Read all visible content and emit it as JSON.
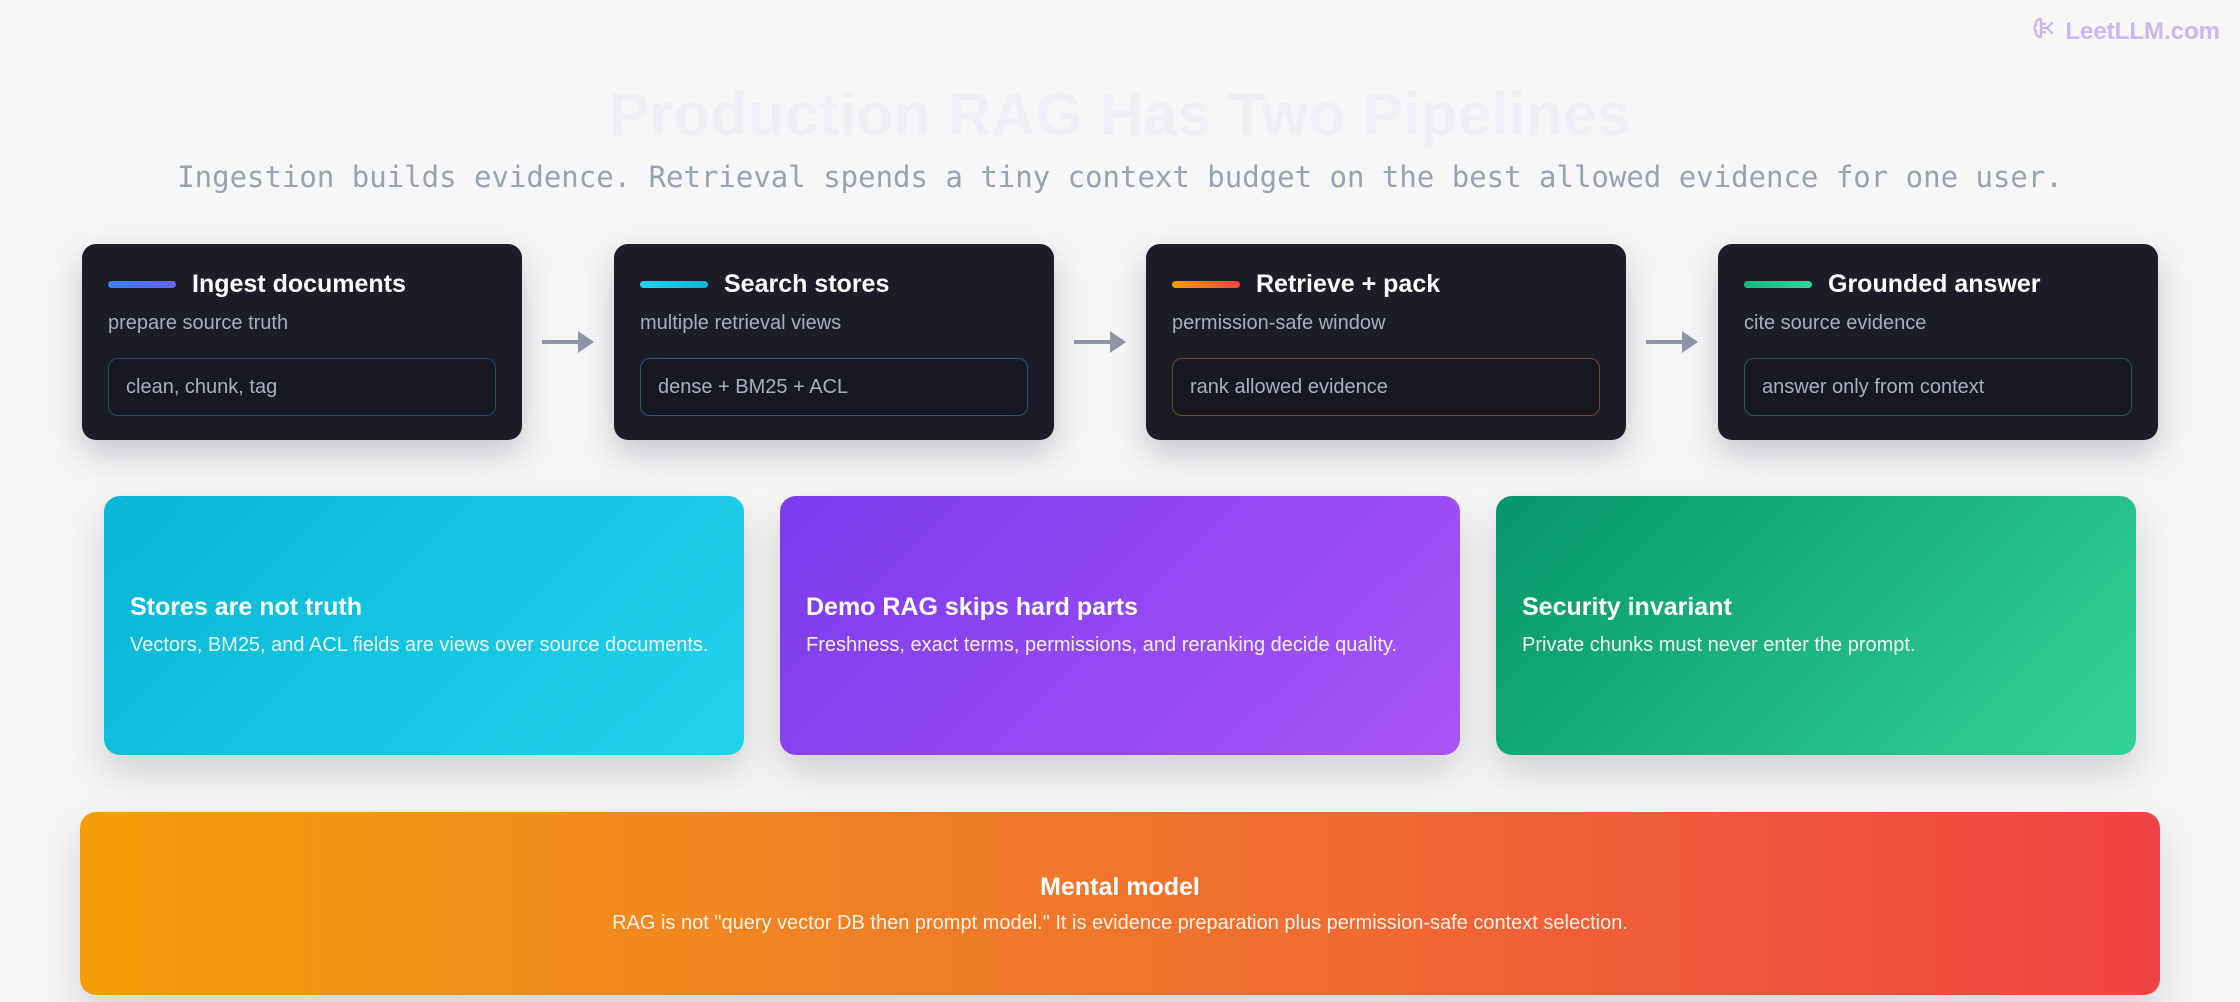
{
  "brand": {
    "name": "LeetLLM.com",
    "icon": "brain-icon",
    "color": "#c9b6f3"
  },
  "title": "Production RAG Has Two Pipelines",
  "subtitle": "Ingestion builds evidence. Retrieval spends a tiny context budget on the best allowed evidence for one user.",
  "stages": [
    {
      "title": "Ingest documents",
      "subtitle": "prepare source truth",
      "box": "clean, chunk, tag",
      "accent": "#3b82f6"
    },
    {
      "title": "Search stores",
      "subtitle": "multiple retrieval views",
      "box": "dense + BM25 + ACL",
      "accent": "#22d3ee"
    },
    {
      "title": "Retrieve + pack",
      "subtitle": "permission-safe window",
      "box": "rank allowed evidence",
      "accent": "#f59e0b"
    },
    {
      "title": "Grounded answer",
      "subtitle": "cite source evidence",
      "box": "answer only from context",
      "accent": "#10b981"
    }
  ],
  "cards": [
    {
      "title": "Stores are not truth",
      "text": "Vectors, BM25, and ACL fields are views over source documents.",
      "color": "#06b6d4"
    },
    {
      "title": "Demo RAG skips hard parts",
      "text": "Freshness, exact terms, permissions, and reranking decide quality.",
      "color": "#9333ea"
    },
    {
      "title": "Security invariant",
      "text": "Private chunks must never enter the prompt.",
      "color": "#10b981"
    }
  ],
  "mental_model": {
    "title": "Mental model",
    "text": "RAG is not \"query vector DB then prompt model.\" It is evidence preparation plus permission-safe context selection."
  }
}
